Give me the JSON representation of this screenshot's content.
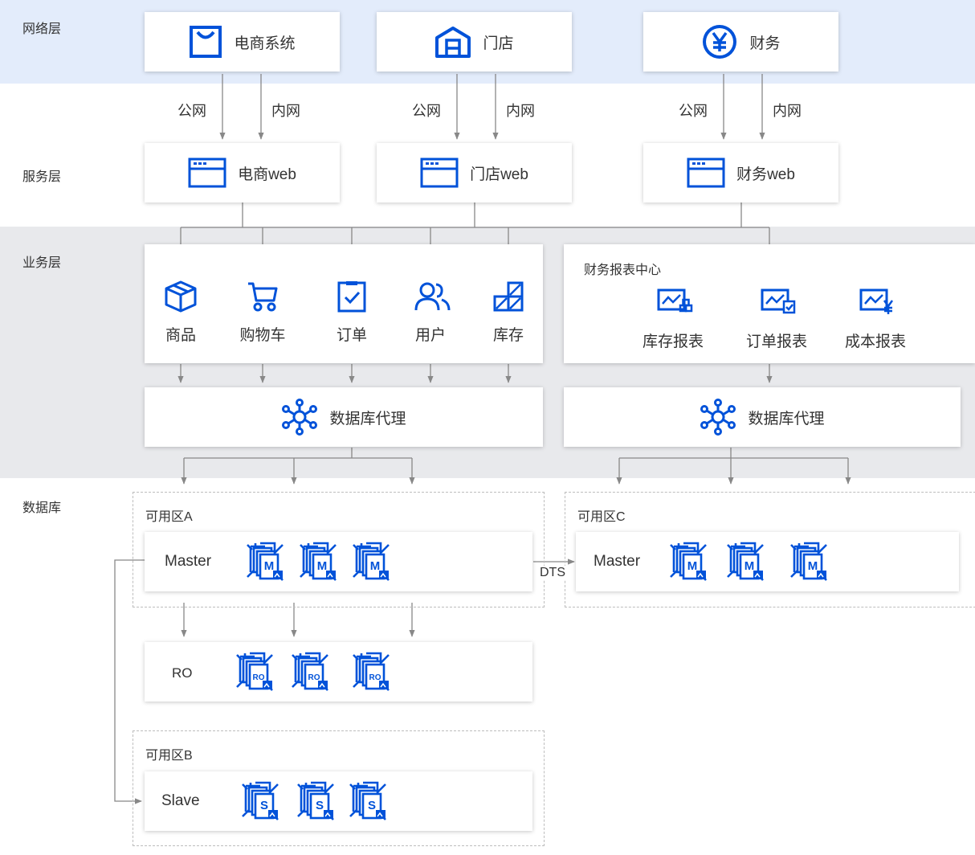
{
  "layers": {
    "network": "网络层",
    "service": "服务层",
    "business": "业务层",
    "database": "数据库"
  },
  "network": {
    "ecommerce": "电商系统",
    "store": "门店",
    "finance": "财务"
  },
  "links": {
    "public": "公网",
    "internal": "内网"
  },
  "service": {
    "ecommerce_web": "电商web",
    "store_web": "门店web",
    "finance_web": "财务web"
  },
  "business": {
    "modules": [
      "商品",
      "购物车",
      "订单",
      "用户",
      "库存"
    ],
    "report_center": "财务报表中心",
    "reports": [
      "库存报表",
      "订单报表",
      "成本报表"
    ],
    "db_proxy": "数据库代理"
  },
  "database": {
    "zone_a": "可用区A",
    "zone_b": "可用区B",
    "zone_c": "可用区C",
    "master": "Master",
    "ro": "RO",
    "slave": "Slave",
    "dts": "DTS",
    "master_badge": "M",
    "ro_badge": "RO",
    "slave_badge": "S"
  },
  "colors": {
    "brand_blue": "#0052d9",
    "network_band": "#e3ecfb",
    "business_band": "#e8e9ec",
    "connector": "#888888"
  },
  "icons": {
    "ecommerce": "shopping-bag-icon",
    "store": "store-icon",
    "finance": "yen-coin-icon",
    "web": "browser-window-icon",
    "modules": [
      "package-box-icon",
      "shopping-cart-icon",
      "order-clipboard-icon",
      "users-icon",
      "inventory-stack-icon"
    ],
    "reports": [
      "inventory-report-icon",
      "order-report-icon",
      "cost-report-icon"
    ],
    "proxy": "network-hub-icon",
    "db_instance": "database-server-icon"
  }
}
